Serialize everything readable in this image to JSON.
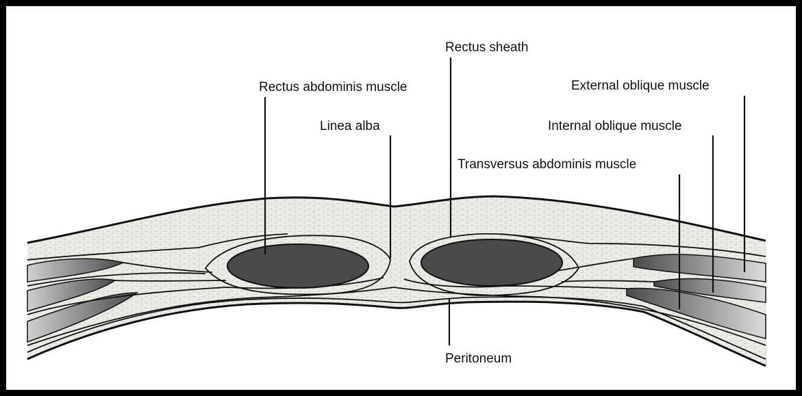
{
  "labels": {
    "rectus_sheath": "Rectus sheath",
    "rectus_abdominis": "Rectus abdominis muscle",
    "linea_alba": "Linea alba",
    "external_oblique": "External oblique muscle",
    "internal_oblique": "Internal oblique muscle",
    "transversus_abdominis": "Transversus abdominis muscle",
    "peritoneum": "Peritoneum"
  },
  "colors": {
    "frame": "#000000",
    "subcutaneous_fill": "#ecebe6",
    "muscle_dark": "#4a4a4a",
    "muscle_light": "#d8d8d8",
    "line": "#111111"
  }
}
